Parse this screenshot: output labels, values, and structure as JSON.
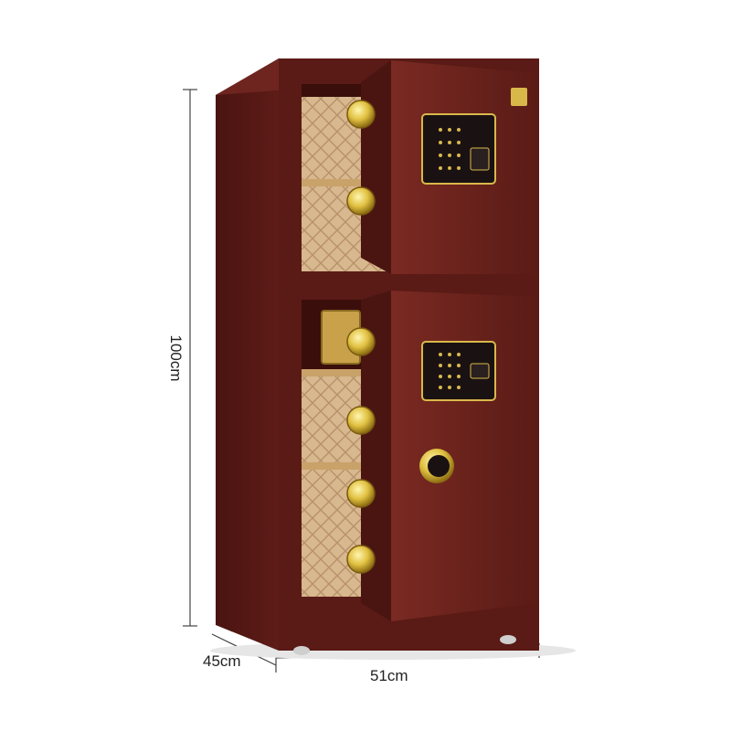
{
  "dimensions": {
    "height": "100cm",
    "depth": "45cm",
    "width": "51cm"
  },
  "colors": {
    "body": "#5a1a16",
    "body_dark": "#3e0f0c",
    "door": "#6b231d",
    "gold": "#d9b84a",
    "lining": "#d6b48a",
    "keypad": "#1a1212"
  }
}
